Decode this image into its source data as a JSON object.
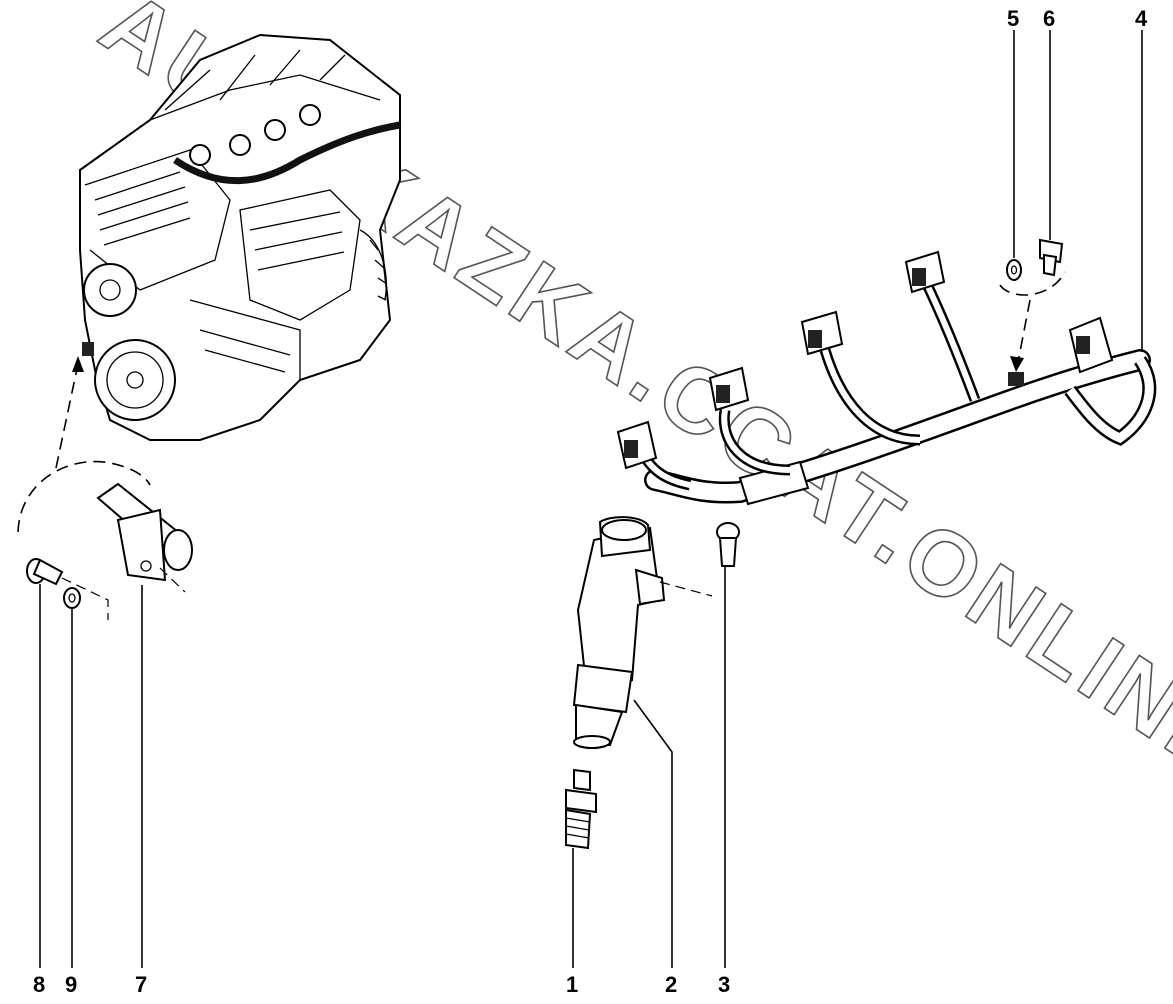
{
  "watermark": "AUTOKAZKA.CCAT.ONLINE",
  "callouts": {
    "n1": "1",
    "n2": "2",
    "n3": "3",
    "n4": "4",
    "n5": "5",
    "n6": "6",
    "n7": "7",
    "n8": "8",
    "n9": "9"
  }
}
